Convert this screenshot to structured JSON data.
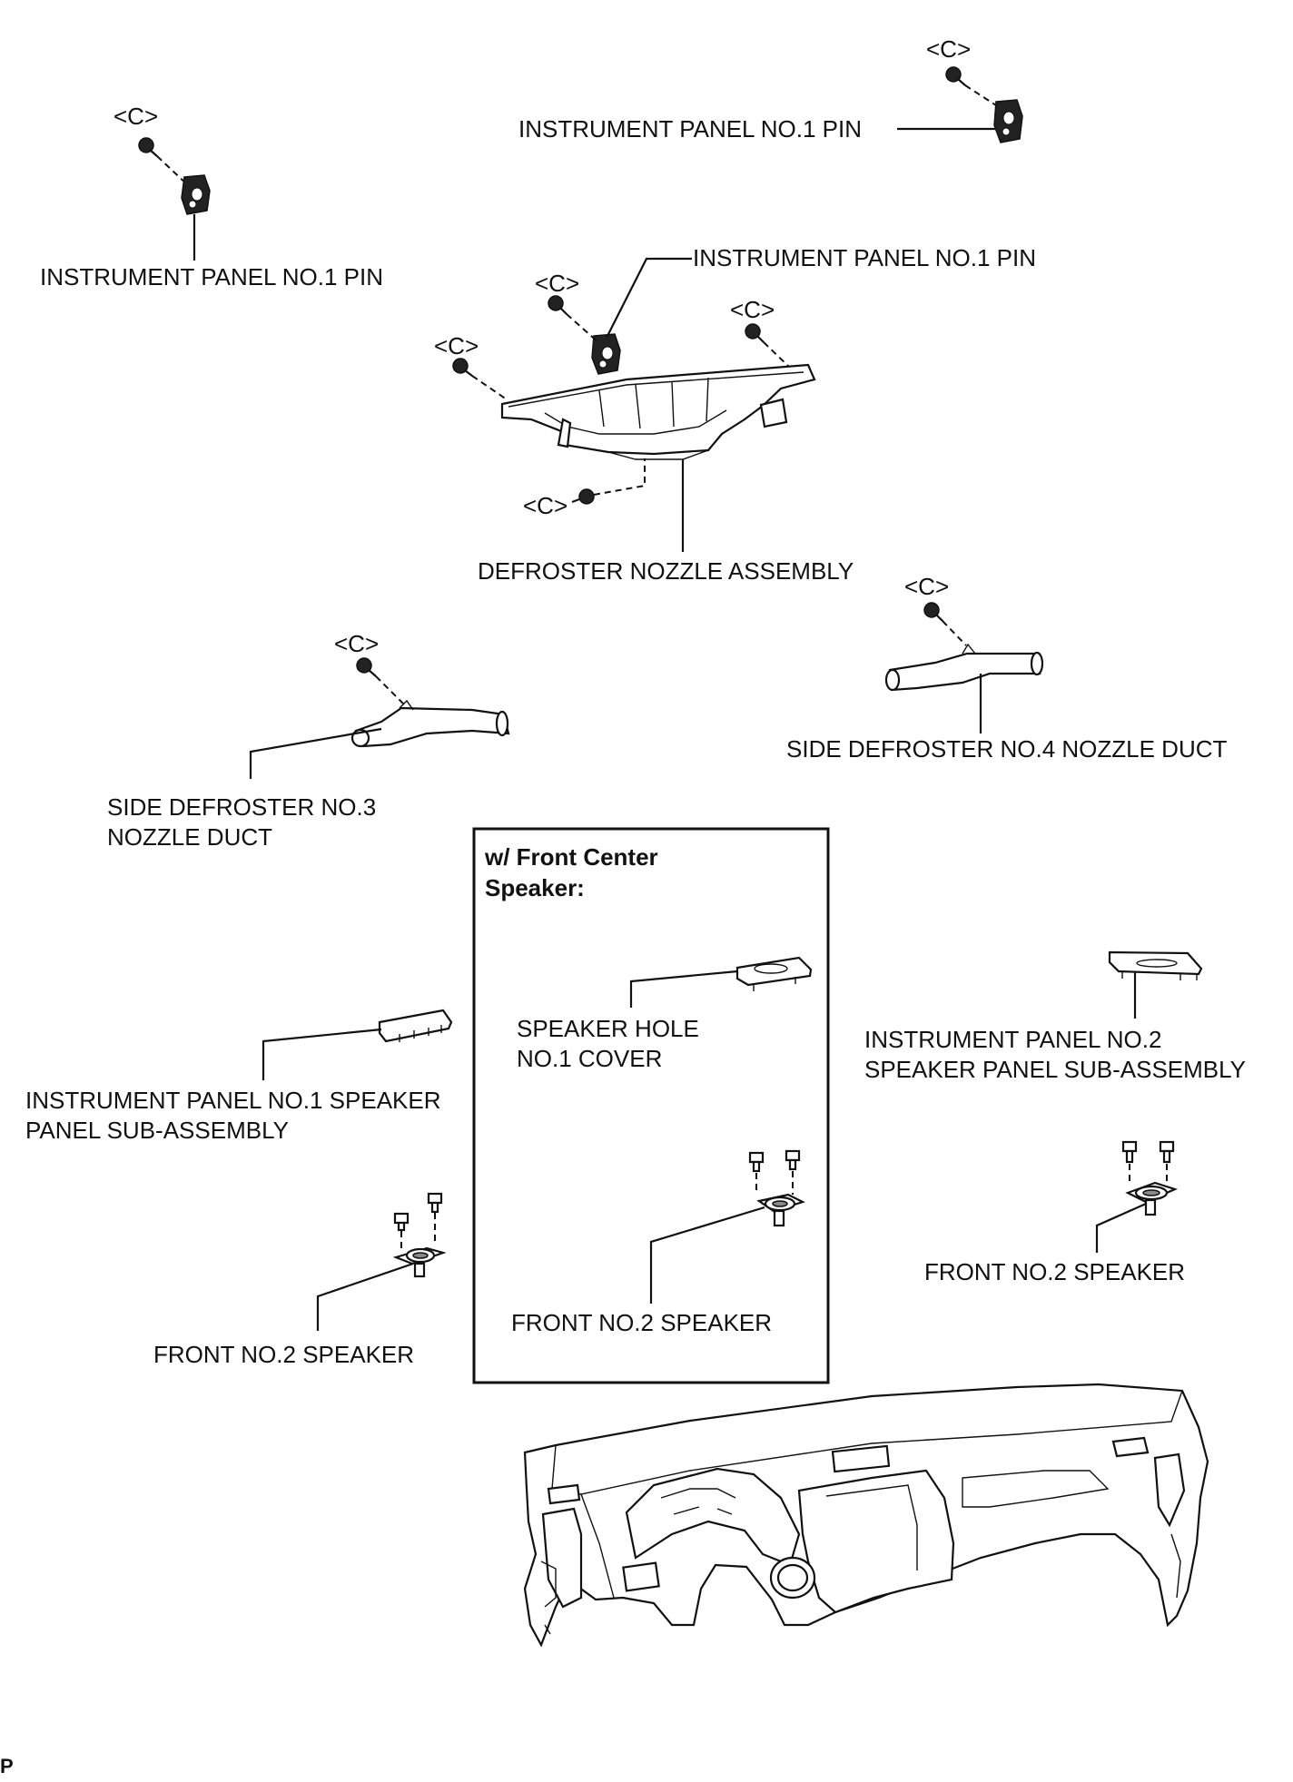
{
  "labels": {
    "pin_top_left": "INSTRUMENT PANEL NO.1 PIN",
    "pin_top_right": "INSTRUMENT PANEL NO.1 PIN",
    "pin_center": "INSTRUMENT PANEL NO.1 PIN",
    "defroster_nozzle": "DEFROSTER NOZZLE ASSEMBLY",
    "side_no3_line1": "SIDE DEFROSTER NO.3",
    "side_no3_line2": "NOZZLE DUCT",
    "side_no4": "SIDE DEFROSTER NO.4 NOZZLE DUCT",
    "panel_no1_line1": "INSTRUMENT PANEL NO.1 SPEAKER",
    "panel_no1_line2": "PANEL SUB-ASSEMBLY",
    "panel_no2_line1": "INSTRUMENT PANEL NO.2",
    "panel_no2_line2": "SPEAKER PANEL SUB-ASSEMBLY",
    "speaker_left": "FRONT NO.2 SPEAKER",
    "speaker_center": "FRONT NO.2 SPEAKER",
    "speaker_right": "FRONT NO.2 SPEAKER",
    "hole_cover_line1": "SPEAKER HOLE",
    "hole_cover_line2": "NO.1 COVER"
  },
  "box": {
    "title_line1": "w/ Front Center",
    "title_line2": "Speaker:"
  },
  "clip_code": "<C>",
  "corner_code": "P"
}
